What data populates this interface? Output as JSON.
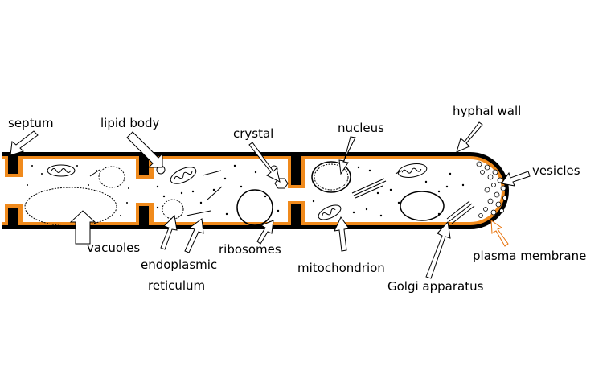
{
  "colors": {
    "wall": "#000000",
    "membrane": "#f08a1c",
    "background": "#ffffff",
    "plasma_arrow": "#e8720a"
  },
  "labels": {
    "septum": "septum",
    "lipid_body": "lipid body",
    "crystal": "crystal",
    "nucleus": "nucleus",
    "hyphal_wall": "hyphal wall",
    "vesicles": "vesicles",
    "vacuoles": "vacuoles",
    "endoplasmic_line1": "endoplasmic",
    "endoplasmic_line2": "reticulum",
    "ribosomes": "ribosomes",
    "mitochondrion": "mitochondrion",
    "golgi": "Golgi apparatus",
    "plasma_membrane": "plasma membrane"
  }
}
